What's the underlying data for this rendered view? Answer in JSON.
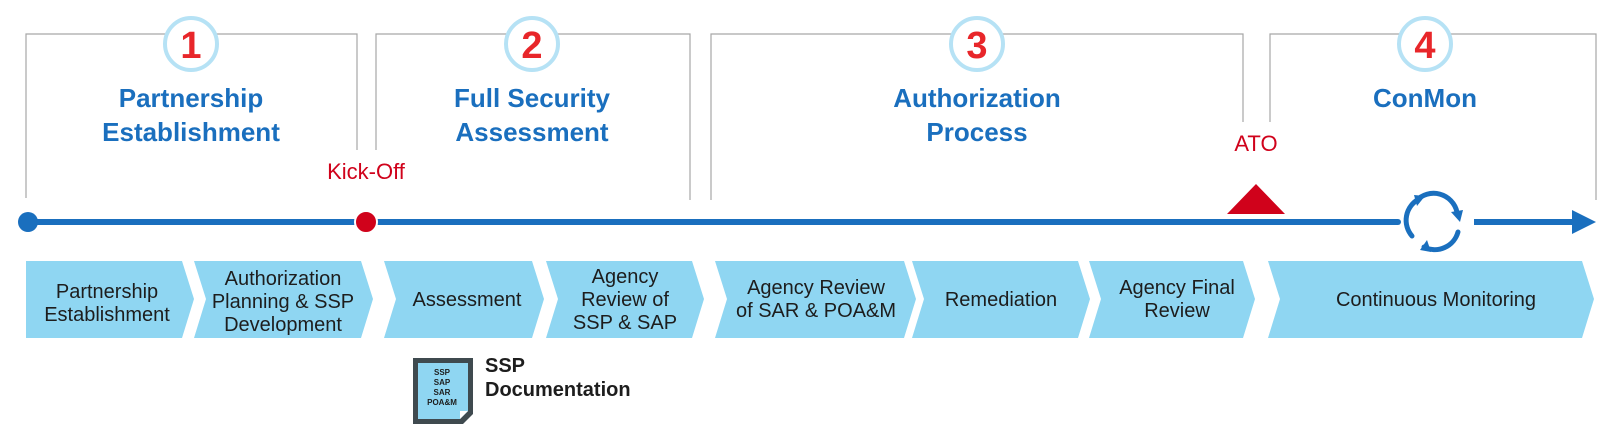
{
  "phases": [
    {
      "number": "1",
      "title_lines": [
        "Partnership",
        "Establishment"
      ]
    },
    {
      "number": "2",
      "title_lines": [
        "Full Security",
        "Assessment"
      ]
    },
    {
      "number": "3",
      "title_lines": [
        "Authorization",
        "Process"
      ]
    },
    {
      "number": "4",
      "title_lines": [
        "ConMon"
      ]
    }
  ],
  "milestones": {
    "kickoff": "Kick-Off",
    "ato": "ATO"
  },
  "steps": [
    {
      "lines": [
        "Partnership",
        "Establishment"
      ]
    },
    {
      "lines": [
        "Authorization",
        "Planning & SSP",
        "Development"
      ]
    },
    {
      "lines": [
        "Assessment"
      ]
    },
    {
      "lines": [
        "Agency",
        "Review of",
        "SSP & SAP"
      ]
    },
    {
      "lines": [
        "Agency Review",
        "of SAR & POA&M"
      ]
    },
    {
      "lines": [
        "Remediation"
      ]
    },
    {
      "lines": [
        "Agency Final",
        "Review"
      ]
    },
    {
      "lines": [
        "Continuous Monitoring"
      ]
    }
  ],
  "documentation": {
    "icon_lines": [
      "SSP",
      "SAP",
      "SAR",
      "POA&M"
    ],
    "caption_lines": [
      "SSP",
      "Documentation"
    ]
  },
  "colors": {
    "accent_blue": "#1a6fbe",
    "chevron_fill": "#8fd6f2",
    "milestone_red": "#d0021b",
    "number_red": "#e8262a",
    "circle_ring": "#b6e2f5",
    "bracket_gray": "#a6a6a6"
  }
}
